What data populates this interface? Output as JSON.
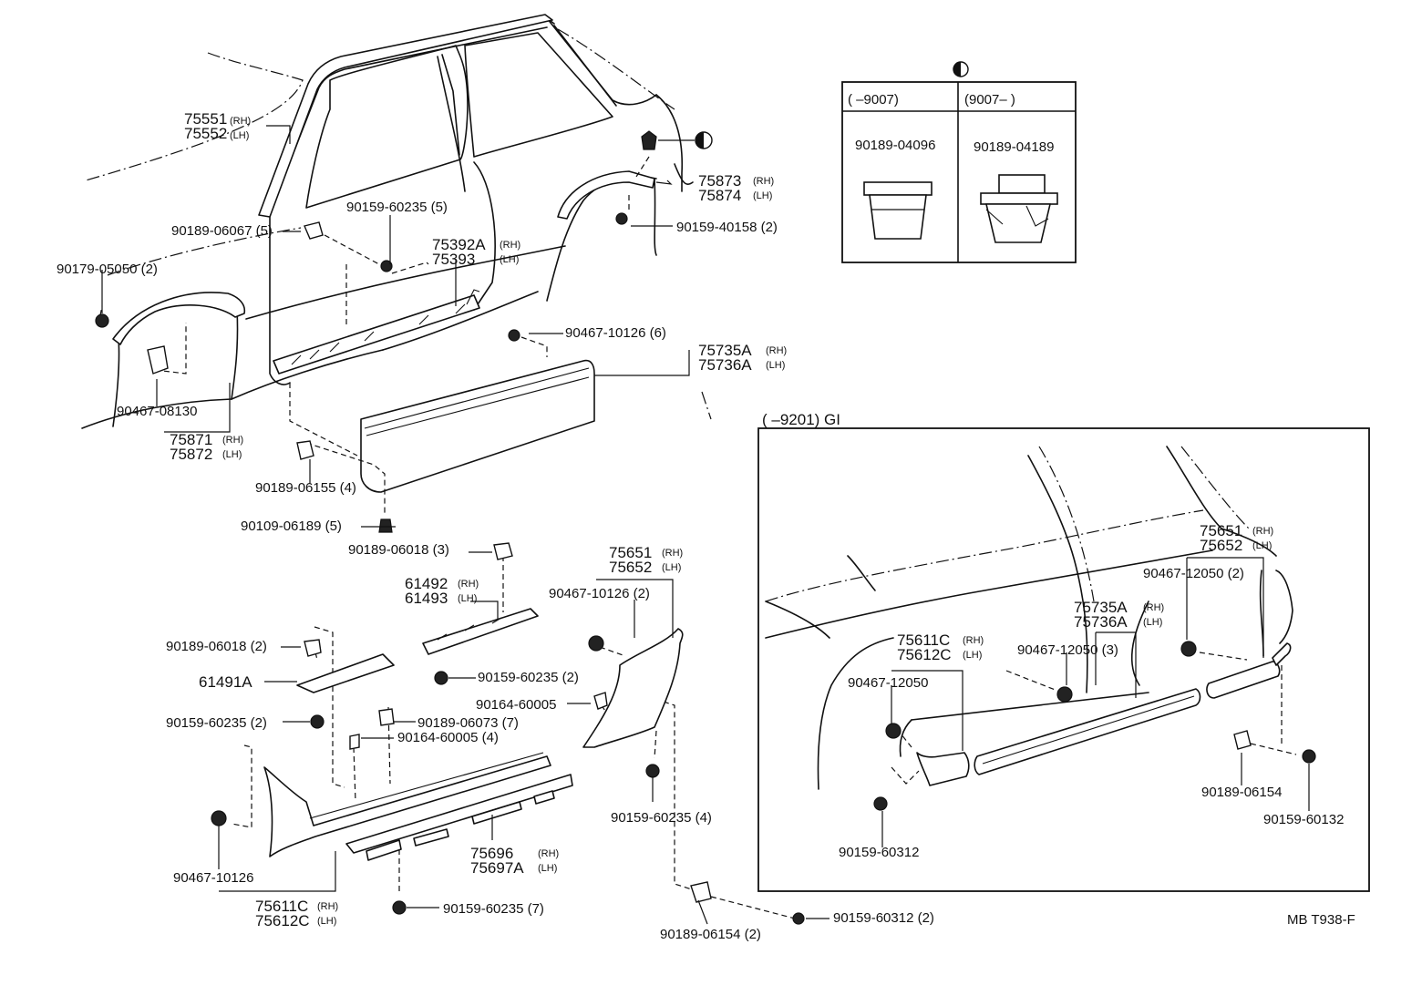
{
  "callouts": {
    "rail_moulding_rh": "75551",
    "rail_moulding_lh": "75552",
    "rh": "(RH)",
    "lh": "(LH)",
    "c1": "90189-06067 (5)",
    "c2": "90159-60235 (5)",
    "c3": "90179-05050 (2)",
    "c4_rh": "75392A",
    "c4_lh": "75393",
    "c5": "90159-40158 (2)",
    "c6_rh": "75873",
    "c6_lh": "75874",
    "c7": "90467-10126 (6)",
    "c8_rh": "75735A",
    "c8_lh": "75736A",
    "c9": "90467-08130",
    "c10_rh": "75871",
    "c10_lh": "75872",
    "c11": "90189-06155 (4)",
    "c12": "90109-06189 (5)",
    "c13": "90189-06018 (3)",
    "c14_rh": "61492",
    "c14_lh": "61493",
    "c15_rh": "75651",
    "c15_lh": "75652",
    "c16": "90467-10126 (2)",
    "c17": "90189-06018 (2)",
    "c18": "61491A",
    "c19": "90159-60235 (2)",
    "c20": "90164-60005",
    "c21": "90189-06073 (7)",
    "c22": "90164-60005 (4)",
    "c23": "90159-60235 (2)",
    "c24": "90159-60235 (4)",
    "c25": "90467-10126",
    "c26_rh": "75696",
    "c26_lh": "75697A",
    "c27_rh": "75611C",
    "c27_lh": "75612C",
    "c28": "90159-60235 (7)",
    "c29": "90189-06154 (2)",
    "c30": "90159-60312 (2)"
  },
  "table": {
    "col1": "(        –9007)",
    "col2": "(9007–          )",
    "part1": "90189-04096",
    "part2": "90189-04189"
  },
  "inset": {
    "title": "(        –9201) GI",
    "i1_rh": "75651",
    "i1_lh": "75652",
    "i2": "90467-12050 (2)",
    "i3_rh": "75735A",
    "i3_lh": "75736A",
    "i4_rh": "75611C",
    "i4_lh": "75612C",
    "i5": "90467-12050 (3)",
    "i6": "90467-12050",
    "i7": "90189-06154",
    "i8": "90159-60132",
    "i9": "90159-60312"
  },
  "footer": {
    "ref": "MB T938-F"
  },
  "icons": [
    "half-moon-icon"
  ]
}
